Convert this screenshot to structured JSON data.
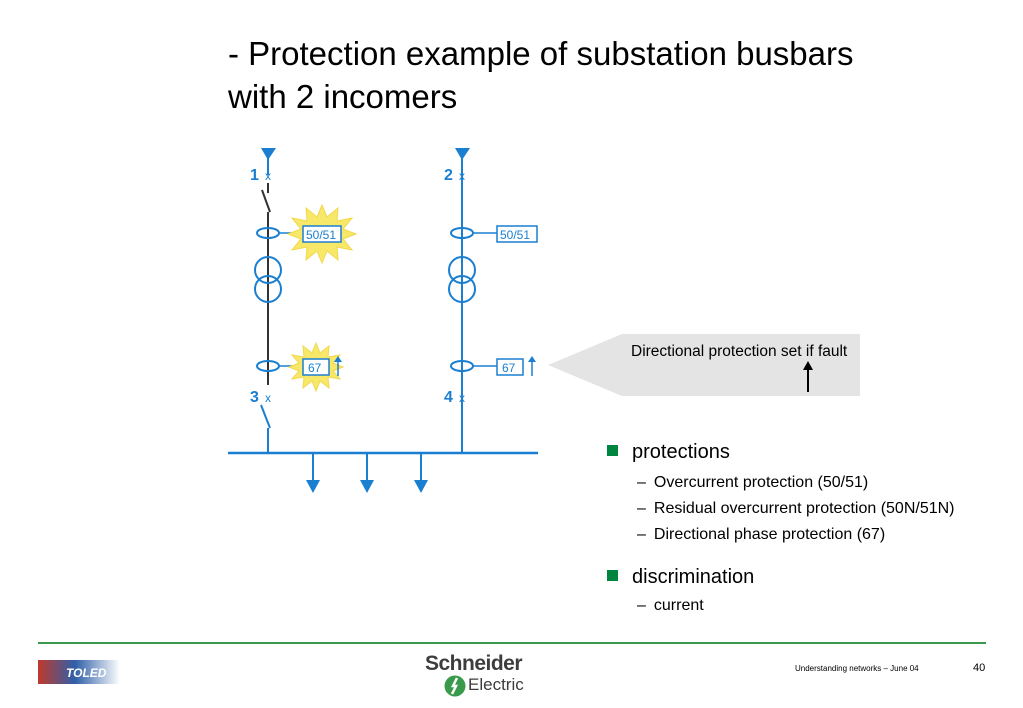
{
  "slide": {
    "title_line1": "- Protection example of substation busbars",
    "title_line2": "with 2 incomers"
  },
  "diagram": {
    "incomer_labels": [
      "1",
      "2"
    ],
    "coupler_labels": [
      "3",
      "4"
    ],
    "relay_overcurrent": "50/51",
    "relay_directional": "67"
  },
  "callout": {
    "text": "Directional protection set if fault"
  },
  "bullets": [
    {
      "label": "protections",
      "items": [
        "Overcurrent  protection (50/51)",
        "Residual overcurrent protection (50N/51N)",
        "Directional phase protection (67)"
      ]
    },
    {
      "label": "discrimination",
      "items": [
        "current"
      ]
    }
  ],
  "footer": {
    "note": "Understanding networks – June 04",
    "page": "40",
    "brand_name": "Schneider",
    "brand_sub": "Electric",
    "left_logo_text": "TOLED"
  },
  "colors": {
    "diagram_blue": "#1a7fd0",
    "highlight_yellow": "#f7e86a",
    "bullet_green": "#00853f",
    "footer_line": "#3a9a4c"
  }
}
